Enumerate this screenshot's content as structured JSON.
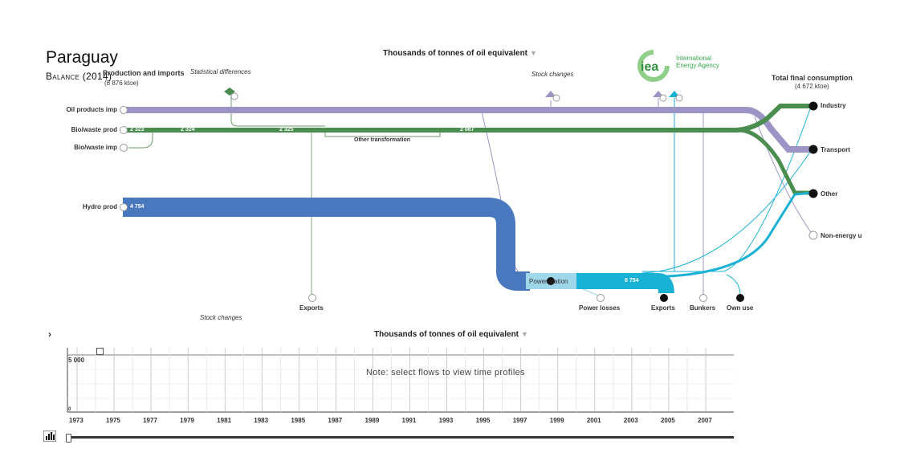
{
  "header": {
    "title": "Paraguay",
    "subtitle": "Balance (2014)",
    "units_label": "Thousands of tonnes of oil equivalent"
  },
  "logo": {
    "mark": "iea",
    "line1": "International",
    "line2": "Energy Agency"
  },
  "sankey": {
    "left_header": {
      "title": "Production and imports",
      "total": "(8 876 ktoe)"
    },
    "right_header": {
      "title": "Total final consumption",
      "total": "(4 672 ktoe)"
    },
    "source_nodes": [
      "Oil products imp",
      "Bio/waste prod",
      "Bio/waste imp",
      "Hydro prod"
    ],
    "sink_nodes": [
      "Industry",
      "Transport",
      "Other",
      "Non-energy u"
    ],
    "bottom_nodes": [
      "Exports",
      "Power losses",
      "Exports",
      "Bunkers",
      "Own use"
    ],
    "transformation_labels": [
      "Other transformation",
      "Power station"
    ],
    "misc_labels": {
      "stat_diff": "Statistical differences",
      "stock_top": "Stock changes",
      "stock_bottom": "Stock changes"
    },
    "flow_value_labels": [
      "2 323",
      "2 324",
      "2 325",
      "2 087",
      "4 754",
      "8 754"
    ],
    "colors": {
      "oil": "#9c94c4",
      "bio": "#4b8c4f",
      "hydro": "#4a78bf",
      "power": "#1ab2d4",
      "power_station_box": "#9ed6ea"
    }
  },
  "timeline": {
    "units_label": "Thousands of tonnes of oil equivalent",
    "y_max_label": "5 000",
    "y_min_label": "0",
    "note": "Note: select flows to view time profiles",
    "years": [
      "1973",
      "1975",
      "1977",
      "1979",
      "1981",
      "1983",
      "1985",
      "1987",
      "1989",
      "1991",
      "1993",
      "1995",
      "1997",
      "1999",
      "2001",
      "2003",
      "2005",
      "2007"
    ]
  }
}
